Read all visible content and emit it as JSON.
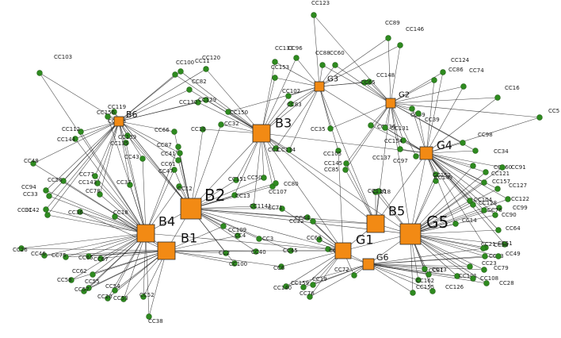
{
  "colors": {
    "hub": "#f28a14",
    "leaf": "#2e8b1f",
    "edge": "#222222"
  },
  "hubs": [
    "B1",
    "B2",
    "B3",
    "B4",
    "B5",
    "B6",
    "G1",
    "G2",
    "G3",
    "G4",
    "G5",
    "G6"
  ],
  "leaves": [
    "CC123",
    "CC89",
    "CC146",
    "CC133",
    "CC96",
    "CC88",
    "CC60",
    "CC103",
    "CC11",
    "CC120",
    "CC100",
    "CC153",
    "CC148",
    "CC124",
    "CC86",
    "CC74",
    "CC82",
    "CC102",
    "CC65",
    "CC16",
    "CC130",
    "CC129",
    "CC83",
    "CC5",
    "CC119",
    "CC156",
    "CC158",
    "CC150",
    "CC69",
    "CC39",
    "CC66",
    "CC10",
    "CC32",
    "CC35",
    "CC136",
    "CC131",
    "CC112",
    "CC144",
    "CC139",
    "CC135",
    "CC87",
    "CC1",
    "CC134",
    "CC105",
    "CC154",
    "CC98",
    "CC34",
    "CC48",
    "CC41",
    "CC43",
    "CC61",
    "CC47",
    "CC145",
    "CC85",
    "CC137",
    "CC97",
    "CC160",
    "CC121",
    "CC91",
    "CC56",
    "CC77",
    "CC143",
    "CC37",
    "CC12",
    "CC151",
    "CC50",
    "CC107",
    "CC80",
    "CC152",
    "CC149",
    "CC157",
    "CC127",
    "CC94",
    "CC33",
    "CC78",
    "CC13",
    "CC118",
    "CC104",
    "CC122",
    "CC99",
    "CC42",
    "CC36",
    "CC1141",
    "CC71",
    "CC116",
    "CC128",
    "CC76",
    "CC90",
    "CC31",
    "CC18",
    "CC109",
    "CC44",
    "CC22",
    "CC14",
    "CC4",
    "CC3",
    "CC63",
    "CC21",
    "CC51",
    "CC26",
    "CC40",
    "CC2",
    "CC45",
    "CC147",
    "CC93",
    "CC49",
    "CC46",
    "CC75",
    "CC65",
    "CC67",
    "CC100",
    "CC6",
    "CC72",
    "CC23",
    "CC79",
    "CC58",
    "CC62",
    "CC55",
    "CC57",
    "CC54",
    "CC20",
    "CC53",
    "CC52",
    "CC140",
    "CC19",
    "CC159",
    "CC76",
    "CC73",
    "CC162",
    "CC101",
    "CC108",
    "CC28",
    "CC155",
    "CC126",
    "CC38",
    "CC30",
    "CC81",
    "CC64"
  ]
}
